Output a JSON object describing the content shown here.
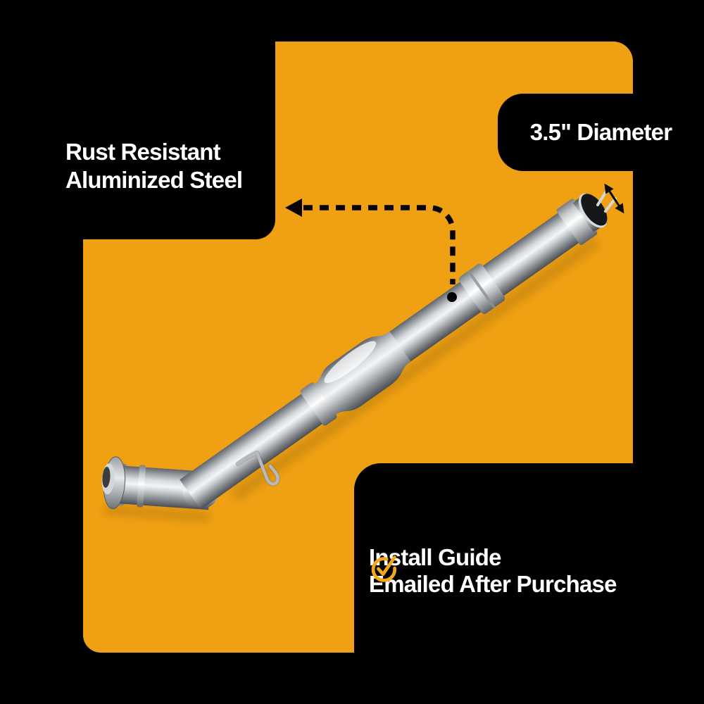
{
  "palette": {
    "background": "#000000",
    "orange": "#F0A113",
    "text_white": "#FFFFFF",
    "arrow_black": "#0B0B0B",
    "check_orange": "#F3A71B",
    "pipe_metal": "#C6CACE"
  },
  "callouts": {
    "material": {
      "line1": "Rust Resistant",
      "line2": "Aluminized Steel"
    },
    "diameter": {
      "label": "3.5\" Diameter"
    },
    "install": {
      "line1": "Install Guide",
      "line2": "Emailed After Purchase"
    }
  },
  "icons": {
    "check_circle": "check-circle-icon",
    "dashed_leader_arrow": "dashed-arrow-left-icon",
    "diameter_measure_arrow": "double-headed-arrow-icon",
    "product_image": "exhaust-pipe-photo"
  }
}
